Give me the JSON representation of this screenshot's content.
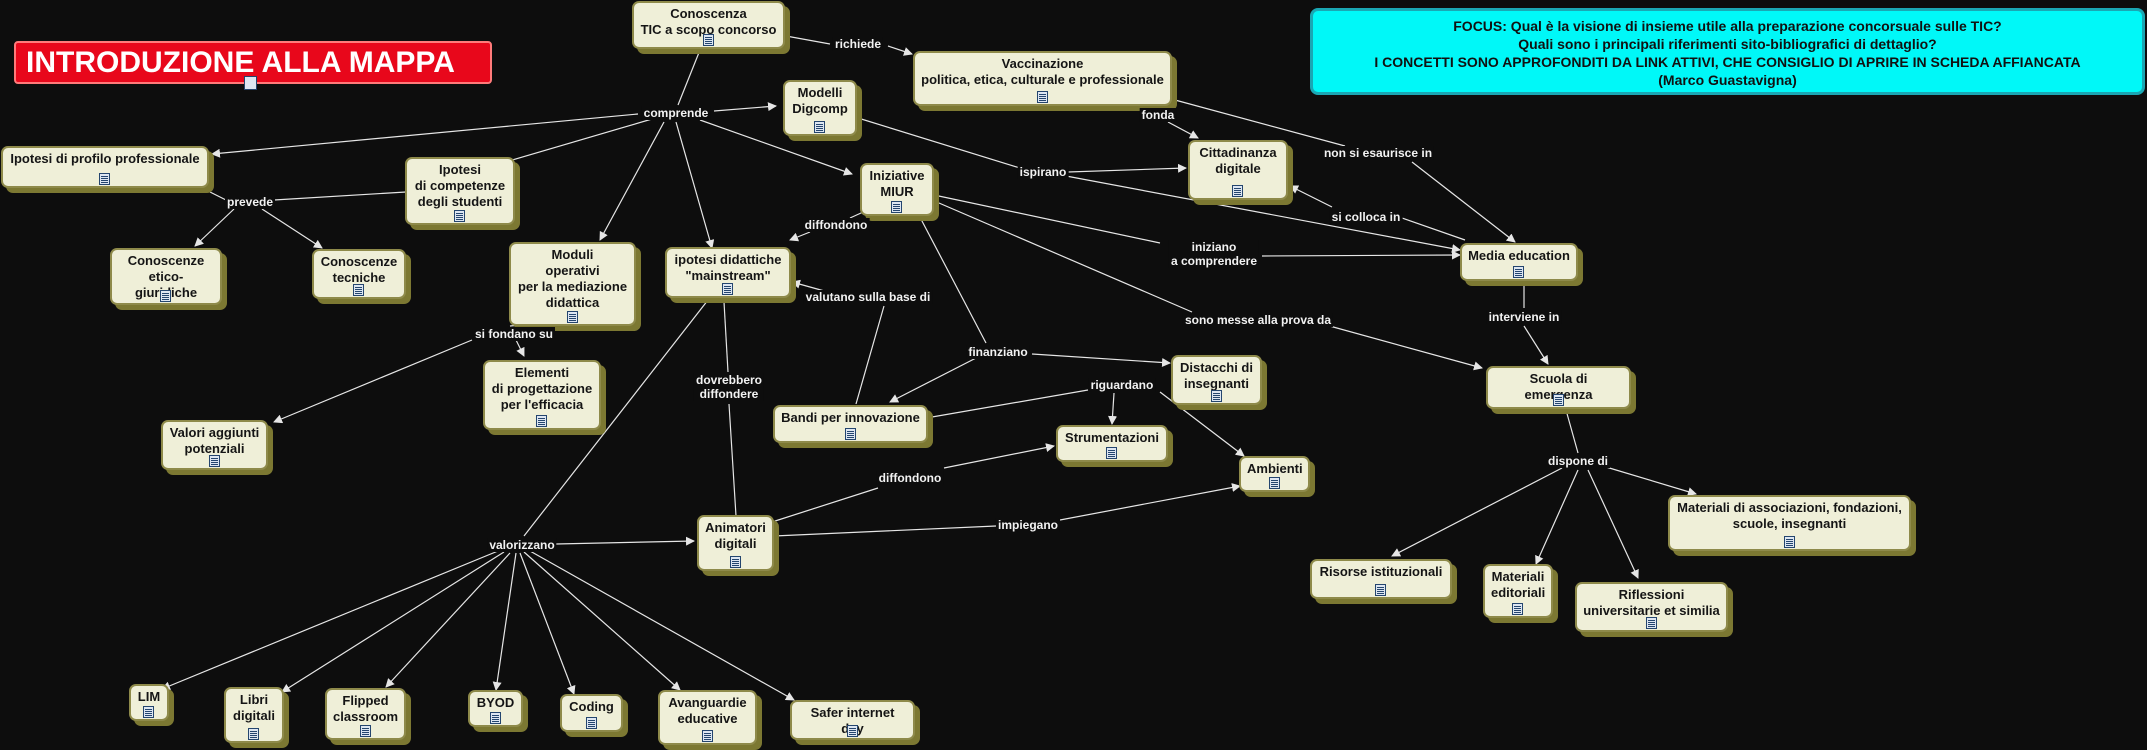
{
  "title": "INTRODUZIONE ALLA MAPPA",
  "focus": [
    "FOCUS: Qual è la visione di insieme utile alla preparazione concorsuale sulle TIC?",
    "Quali sono i principali riferimenti sito-bibliografici di dettaglio?",
    "I CONCETTI SONO APPROFONDITI DA LINK ATTIVI, CHE CONSIGLIO DI APRIRE IN SCHEDA AFFIANCATA",
    "(Marco Guastavigna)"
  ],
  "colors": {
    "background": "#0d0d0d",
    "node_fill": "#efefd8",
    "node_shadow": "#7c7832",
    "title_fill": "#e8071b",
    "focus_fill": "#00f8f8",
    "edge": "#e6e6e6"
  },
  "icons": {
    "node": "document-link-icon"
  },
  "nodes": {
    "conoscenza": "Conoscenza\nTIC a scopo concorso",
    "vaccinazione": "Vaccinazione\npolitica, etica, culturale e professionale",
    "modelli": "Modelli\nDigcomp",
    "ipotesi_profilo": "Ipotesi di profilo professionale",
    "ipotesi_competenze": "Ipotesi\ndi competenze\ndegli studenti",
    "iniziative": "Iniziative\nMIUR",
    "cittadinanza": "Cittadinanza\ndigitale",
    "media_education": "Media education",
    "conoscenze_etico": "Conoscenze\netico-giuridiche",
    "conoscenze_tecniche": "Conoscenze\ntecniche",
    "moduli": "Moduli\noperativi\nper la mediazione\ndidattica",
    "ipotesi_didattiche": "ipotesi didattiche\n\"mainstream\"",
    "distacchi": "Distacchi di\ninsegnanti",
    "scuola_emergenza": "Scuola di emergenza",
    "elementi": "Elementi\ndi progettazione\nper l'efficacia",
    "valori": "Valori aggiunti\npotenziali",
    "bandi": "Bandi per innovazione",
    "strumentazioni": "Strumentazioni",
    "ambienti": "Ambienti",
    "animatori": "Animatori\ndigitali",
    "materiali_assoc": "Materiali di associazioni, fondazioni,\nscuole, insegnanti",
    "risorse": "Risorse istituzionali",
    "materiali_edit": "Materiali\neditoriali",
    "riflessioni": "Riflessioni\nuniversitarie et similia",
    "lim": "LIM",
    "libri": "Libri\ndigitali",
    "flipped": "Flipped\nclassroom",
    "byod": "BYOD",
    "coding": "Coding",
    "avanguardie": "Avanguardie\neducative",
    "safer": "Safer internet day"
  },
  "links": {
    "richiede": "richiede",
    "comprende": "comprende",
    "fonda": "fonda",
    "non_esaurisce": "non si esaurisce in",
    "ispirano": "ispirano",
    "si_colloca": "si colloca in",
    "prevede": "prevede",
    "diffondono1": "diffondono",
    "iniziano": "iniziano\na comprendere",
    "valutano": "valutano sulla base di",
    "sono_messe": "sono messe alla prova da",
    "interviene": "interviene in",
    "si_fondano": "si fondano su",
    "dovrebbero": "dovrebbero\ndiffondere",
    "finanziano": "finanziano",
    "riguardano": "riguardano",
    "diffondono2": "diffondono",
    "dispone": "dispone di",
    "impiegano": "impiegano",
    "valorizzano": "valorizzano"
  }
}
